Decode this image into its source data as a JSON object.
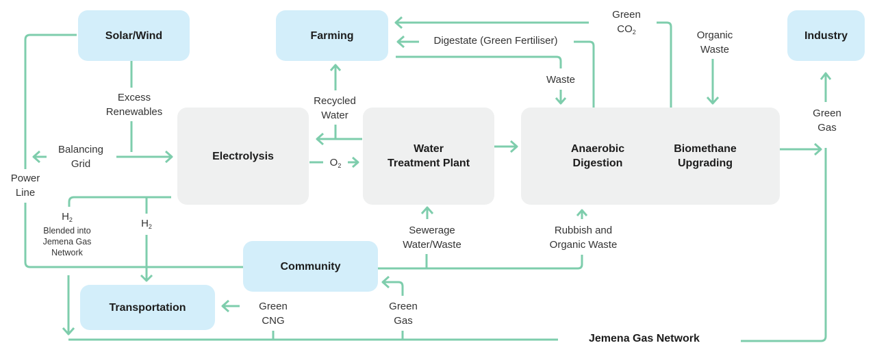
{
  "colors": {
    "flow_line": "#7ecdac",
    "external_node_fill": "#d3eefa",
    "process_node_fill": "#eff0f0",
    "text": "#1c1c1c"
  },
  "nodes": {
    "solar_wind": "Solar/Wind",
    "farming": "Farming",
    "industry": "Industry",
    "electrolysis": "Electrolysis",
    "water_treatment": [
      "Water",
      "Treatment Plant"
    ],
    "anaerobic_digestion": [
      "Anaerobic",
      "Digestion"
    ],
    "biomethane_upgrading": [
      "Biomethane",
      "Upgrading"
    ],
    "community": "Community",
    "transportation": "Transportation",
    "jemena_gas_network": "Jemena Gas Network"
  },
  "flows": {
    "excess_renewables": [
      "Excess",
      "Renewables"
    ],
    "balancing_grid": [
      "Balancing",
      "Grid"
    ],
    "power_line": [
      "Power",
      "Line"
    ],
    "recycled_water": [
      "Recycled",
      "Water"
    ],
    "oxygen": {
      "base": "O",
      "sub": "2"
    },
    "digestate": "Digestate (Green Fertiliser)",
    "green_co2": {
      "line1": "Green",
      "base": "CO",
      "sub": "2"
    },
    "organic_waste": [
      "Organic",
      "Waste"
    ],
    "waste": "Waste",
    "green_gas_industry": [
      "Green",
      "Gas"
    ],
    "h2_blended": {
      "base": "H",
      "sub": "2",
      "lines": [
        "Blended into",
        "Jemena Gas",
        "Network"
      ]
    },
    "h2_transport": {
      "base": "H",
      "sub": "2"
    },
    "sewerage": [
      "Sewerage",
      "Water/Waste"
    ],
    "rubbish": [
      "Rubbish and",
      "Organic Waste"
    ],
    "green_cng": [
      "Green",
      "CNG"
    ],
    "green_gas_community": [
      "Green",
      "Gas"
    ]
  }
}
